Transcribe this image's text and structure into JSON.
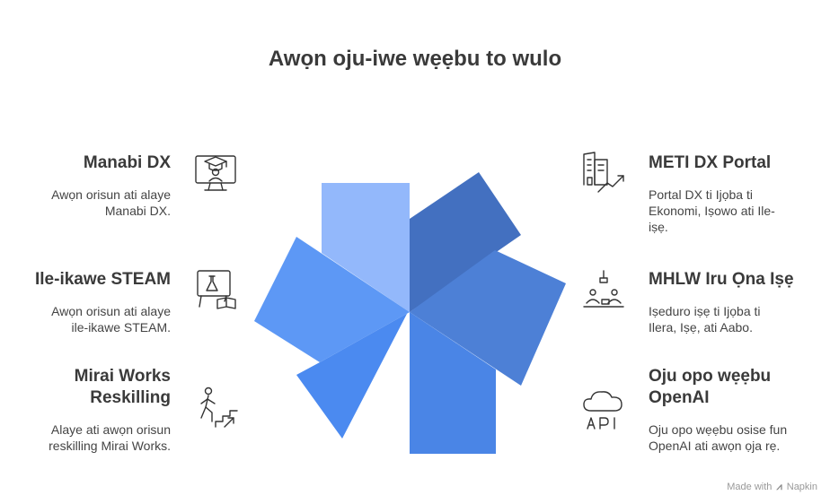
{
  "title": "Awọn oju-iwe wẹẹbu to wulo",
  "items": [
    {
      "title": "Manabi DX",
      "desc": "Awọn orisun ati alaye Manabi DX.",
      "icon": "graduate-monitor-icon"
    },
    {
      "title": "Ile-ikawe STEAM",
      "desc": "Awọn orisun ati alaye ile-ikawe STEAM.",
      "icon": "science-board-icon"
    },
    {
      "title": "Mirai Works Reskilling",
      "desc": "Alaye ati awọn orisun reskilling Mirai Works.",
      "icon": "stairs-climb-icon"
    },
    {
      "title": "METI DX Portal",
      "desc": "Portal DX ti Ijọba ti Ekonomi, Iṣowo ati Ile-iṣẹ.",
      "icon": "building-growth-icon"
    },
    {
      "title": "MHLW Iru Ọna Iṣẹ",
      "desc": "Iṣeduro iṣẹ ti Ijọba ti Ilera, Iṣẹ, ati Aabo.",
      "icon": "workplace-icon"
    },
    {
      "title": "Oju opo wẹẹbu OpenAI",
      "desc": "Oju opo wẹẹbu osise fun OpenAI ati awọn ọja rẹ.",
      "icon": "cloud-api-icon"
    }
  ],
  "colors": {
    "petals": [
      "#93b8fb",
      "#4370c0",
      "#4d80d6",
      "#4a85e6",
      "#4b8af0",
      "#5d98f5"
    ]
  },
  "footer": {
    "made_with": "Made with",
    "brand": "Napkin"
  }
}
